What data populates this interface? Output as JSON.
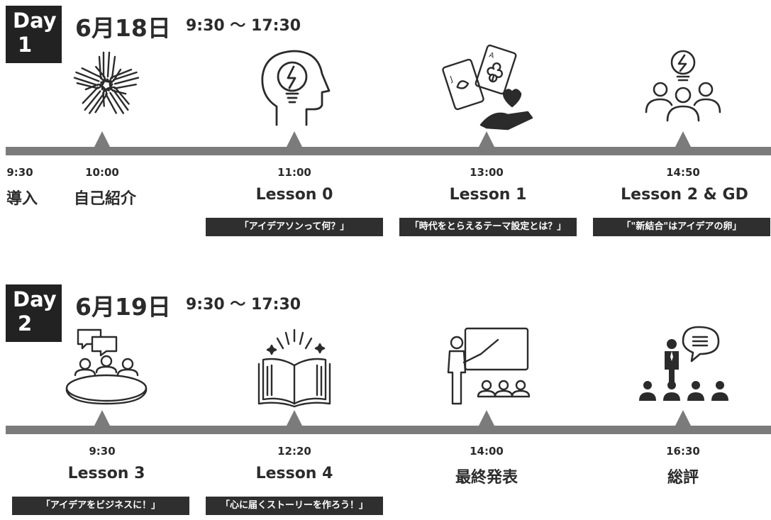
{
  "days": [
    {
      "badge_word": "Day",
      "badge_num": "1",
      "date": "6月18日",
      "hours": "9:30 ～ 17:30",
      "intro": {
        "time": "9:30",
        "title": "導入"
      },
      "sessions": [
        {
          "time": "10:00",
          "title": "自己紹介",
          "subtitle": "",
          "icon": "hands-together-icon"
        },
        {
          "time": "11:00",
          "title": "Lesson 0",
          "subtitle": "「アイデアソンって何？」",
          "icon": "head-lightbulb-icon"
        },
        {
          "time": "13:00",
          "title": "Lesson 1",
          "subtitle": "「時代をとらえるテーマ設定とは？」",
          "icon": "playing-cards-icon"
        },
        {
          "time": "14:50",
          "title": "Lesson 2 & GD",
          "subtitle": "「\"新結合\"はアイデアの卵」",
          "icon": "group-idea-icon"
        }
      ]
    },
    {
      "badge_word": "Day",
      "badge_num": "2",
      "date": "6月19日",
      "hours": "9:30 ～ 17:30",
      "sessions": [
        {
          "time": "9:30",
          "title": "Lesson 3",
          "subtitle": "「アイデアをビジネスに！」",
          "icon": "meeting-table-icon"
        },
        {
          "time": "12:20",
          "title": "Lesson 4",
          "subtitle": "「心に届くストーリーを作ろう！」",
          "icon": "open-book-icon"
        },
        {
          "time": "14:00",
          "title": "最終発表",
          "subtitle": "",
          "icon": "presentation-board-icon"
        },
        {
          "time": "16:30",
          "title": "総評",
          "subtitle": "",
          "icon": "speaker-audience-icon"
        }
      ]
    }
  ],
  "colors": {
    "badge": "#222222",
    "timeline": "#7b7b7b",
    "subtitle_bg": "#2f2f2f",
    "text": "#2b2b2b"
  }
}
